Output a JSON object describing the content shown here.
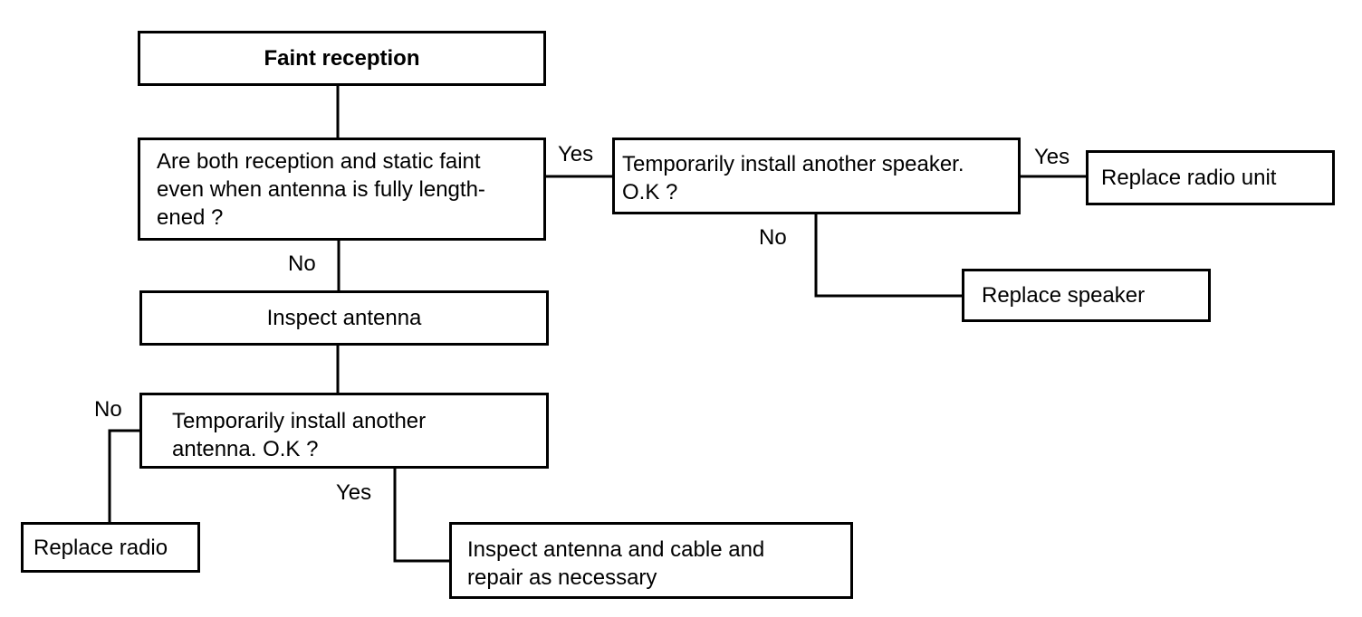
{
  "diagram": {
    "nodes": {
      "start": {
        "lines": [
          "Faint reception"
        ]
      },
      "both_faint": {
        "lines": [
          "Are both reception and static faint",
          "even when antenna is fully length-",
          "ened ?"
        ]
      },
      "inspect_antenna": {
        "lines": [
          "Inspect antenna"
        ]
      },
      "install_antenna": {
        "lines": [
          "Temporarily install another",
          "antenna. O.K ?"
        ]
      },
      "replace_radio": {
        "lines": [
          "Replace radio"
        ]
      },
      "inspect_cable": {
        "lines": [
          "Inspect antenna and cable and",
          "repair as necessary"
        ]
      },
      "install_speaker": {
        "lines": [
          "Temporarily install another speaker.",
          "O.K ?"
        ]
      },
      "replace_radio_unit": {
        "lines": [
          "Replace radio unit"
        ]
      },
      "replace_speaker": {
        "lines": [
          "Replace speaker"
        ]
      }
    },
    "edge_labels": {
      "both_faint_yes": "Yes",
      "speaker_yes": "Yes",
      "both_faint_no": "No",
      "speaker_no": "No",
      "antenna_no": "No",
      "antenna_yes": "Yes"
    },
    "colors": {
      "stroke": "#000000",
      "background": "#ffffff",
      "text": "#000000"
    }
  }
}
